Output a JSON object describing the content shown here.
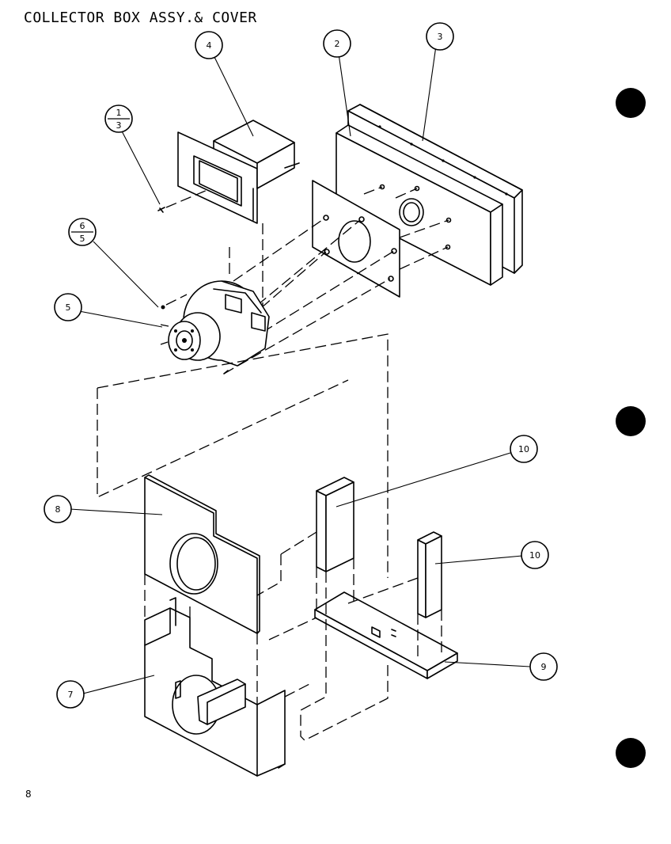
{
  "title": "COLLECTOR BOX ASSY.& COVER",
  "page_number": "8",
  "callouts": [
    {
      "id": "c1-3",
      "top": "1",
      "bottom": "3"
    },
    {
      "id": "c4",
      "label": "4"
    },
    {
      "id": "c2",
      "label": "2"
    },
    {
      "id": "c3",
      "label": "3"
    },
    {
      "id": "c6-5",
      "top": "6",
      "bottom": "5"
    },
    {
      "id": "c5",
      "label": "5"
    },
    {
      "id": "c10a",
      "label": "10"
    },
    {
      "id": "c8",
      "label": "8"
    },
    {
      "id": "c10b",
      "label": "10"
    },
    {
      "id": "c9",
      "label": "9"
    },
    {
      "id": "c7",
      "label": "7"
    }
  ]
}
